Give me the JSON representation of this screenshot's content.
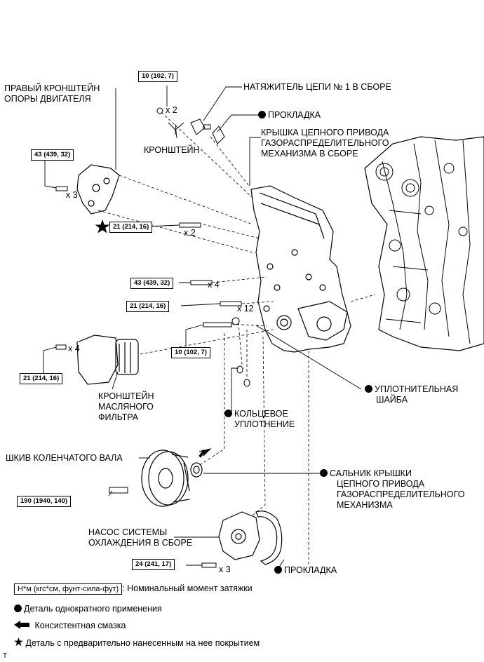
{
  "labels": {
    "engine_bracket": [
      "ПРАВЫЙ КРОНШТЕЙН",
      "ОПОРЫ ДВИГАТЕЛЯ"
    ],
    "chain_tensioner": "НАТЯЖИТЕЛЬ ЦЕПИ № 1 В СБОРЕ",
    "gasket_top": "ПРОКЛАДКА",
    "chain_cover": [
      "КРЫШКА ЦЕПНОГО ПРИВОДА",
      "ГАЗОРАСПРЕДЕЛИТЕЛЬНОГО",
      "МЕХАНИЗМА В СБОРЕ"
    ],
    "bracket": "КРОНШТЕЙН",
    "seal_washer": [
      "УПЛОТНИТЕЛЬНАЯ",
      "ШАЙБА"
    ],
    "oil_filter_bracket": [
      "КРОНШТЕЙН",
      "МАСЛЯНОГО",
      "ФИЛЬТРА"
    ],
    "o_ring": [
      "КОЛЬЦЕВОЕ",
      "УПЛОТНЕНИЕ"
    ],
    "crank_pulley": "ШКИВ КОЛЕНЧАТОГО ВАЛА",
    "oil_seal": [
      "САЛЬНИК КРЫШКИ",
      "ЦЕПНОГО ПРИВОДА",
      "ГАЗОРАСПРЕДЕЛИТЕЛЬНОГО",
      "МЕХАНИЗМА"
    ],
    "water_pump": [
      "НАСОС СИСТЕМЫ",
      "ОХЛАЖДЕНИЯ В СБОРЕ"
    ],
    "gasket_bottom": "ПРОКЛАДКА"
  },
  "torques": {
    "t_top": "10 (102, 7)",
    "t_engine_bracket": "43 (439, 32)",
    "t_star": "21 (214, 16)",
    "t_x4": "43 (439, 32)",
    "t_x12": "21 (214, 16)",
    "t_mid": "10 (102, 7)",
    "t_filter": "21 (214, 16)",
    "t_pulley": "190 (1940, 140)",
    "t_pump": "24 (241, 17)"
  },
  "quantities": {
    "q_top": "x 2",
    "q_engine_bracket": "x 3",
    "q_star": "x 2",
    "q_x4": "x 4",
    "q_x12": "x 12",
    "q_filter": "x 4",
    "q_pump": "x 3"
  },
  "legend": {
    "torque_unit": "Н*м (кгс*см, фунт-сила-фут)",
    "torque_desc": ": Номинальный момент затяжки",
    "single_use": "Деталь однократного применения",
    "grease": "Консистентная смазка",
    "precoated": "Деталь с предварительно нанесенным на нее покрытием"
  },
  "corner_mark": "T"
}
